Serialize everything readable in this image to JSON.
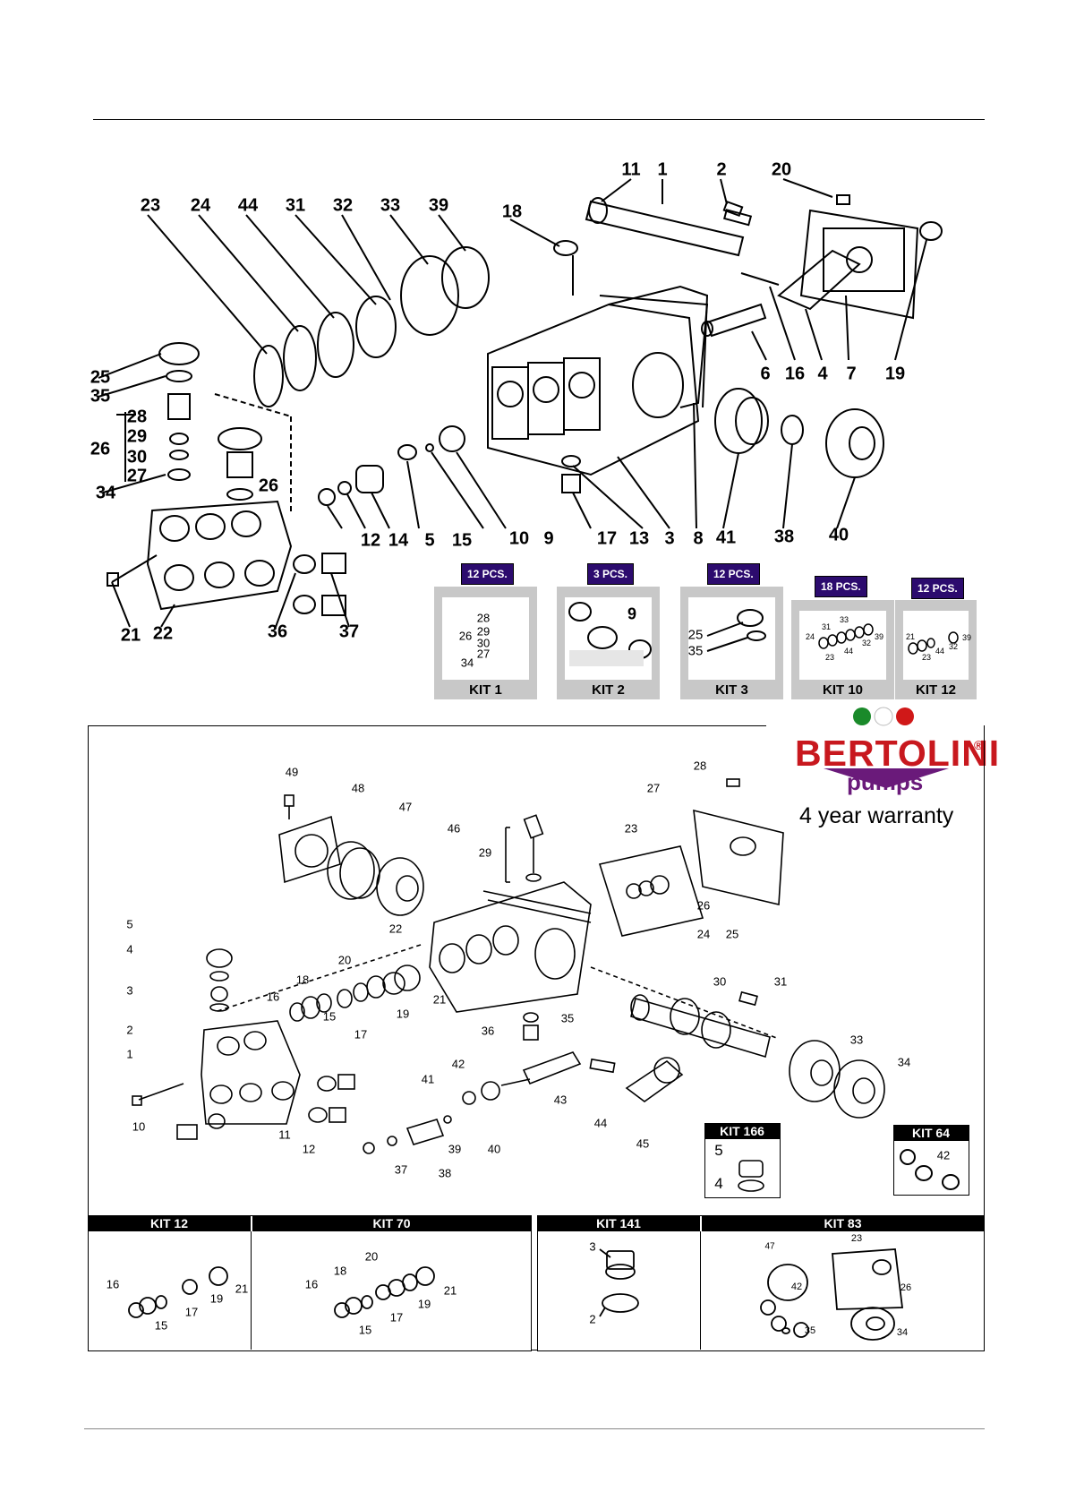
{
  "brand": {
    "name": "BERTOLINI",
    "reg": "®",
    "sub": "pumps",
    "warranty": "4 year warranty",
    "dot_colors": [
      "#1a8a2a",
      "#ffffff",
      "#d01818"
    ],
    "red": "#c8181e",
    "purple": "#6a1a7a"
  },
  "top_diagram": {
    "labels": [
      "23",
      "24",
      "44",
      "31",
      "32",
      "33",
      "39",
      "18",
      "11",
      "1",
      "2",
      "20",
      "25",
      "35",
      "28",
      "29",
      "30",
      "27",
      "26",
      "34",
      "26",
      "12",
      "14",
      "5",
      "15",
      "10",
      "9",
      "17",
      "13",
      "3",
      "8",
      "41",
      "38",
      "40",
      "6",
      "16",
      "4",
      "7",
      "19",
      "21",
      "22",
      "36",
      "37"
    ]
  },
  "top_kits": [
    {
      "pcs": "12 PCS.",
      "name": "KIT 1",
      "labels": [
        "28",
        "29",
        "26",
        "30",
        "27",
        "34"
      ]
    },
    {
      "pcs": "3 PCS.",
      "name": "KIT 2",
      "labels": [
        "9"
      ]
    },
    {
      "pcs": "12 PCS.",
      "name": "KIT 3",
      "labels": [
        "25",
        "35"
      ]
    },
    {
      "pcs": "18 PCS.",
      "name": "KIT 10",
      "labels": [
        "33",
        "31",
        "24",
        "39",
        "32",
        "44",
        "23"
      ]
    },
    {
      "pcs": "12 PCS.",
      "name": "KIT 12",
      "labels": [
        "21",
        "39",
        "32",
        "44",
        "23"
      ]
    }
  ],
  "bottom_diagram": {
    "labels": [
      "49",
      "48",
      "47",
      "46",
      "29",
      "28",
      "27",
      "23",
      "26",
      "24",
      "25",
      "22",
      "5",
      "4",
      "3",
      "2",
      "1",
      "20",
      "18",
      "16",
      "15",
      "17",
      "19",
      "21",
      "30",
      "31",
      "36",
      "35",
      "33",
      "34",
      "42",
      "41",
      "43",
      "44",
      "45",
      "10",
      "11",
      "12",
      "37",
      "38",
      "39",
      "40"
    ]
  },
  "bottom_kits_small": [
    {
      "name": "KIT 166",
      "labels": [
        "5",
        "4"
      ]
    },
    {
      "name": "KIT 64",
      "labels": [
        "42"
      ]
    }
  ],
  "bottom_strips": [
    {
      "name": "KIT 12",
      "labels": [
        "16",
        "15",
        "17",
        "19",
        "21"
      ]
    },
    {
      "name": "KIT 70",
      "labels": [
        "20",
        "18",
        "16",
        "15",
        "17",
        "19",
        "21"
      ]
    },
    {
      "name": "KIT 141",
      "labels": [
        "3",
        "2"
      ]
    },
    {
      "name": "KIT 83",
      "labels": [
        "47",
        "23",
        "26",
        "42",
        "35",
        "34"
      ]
    }
  ]
}
